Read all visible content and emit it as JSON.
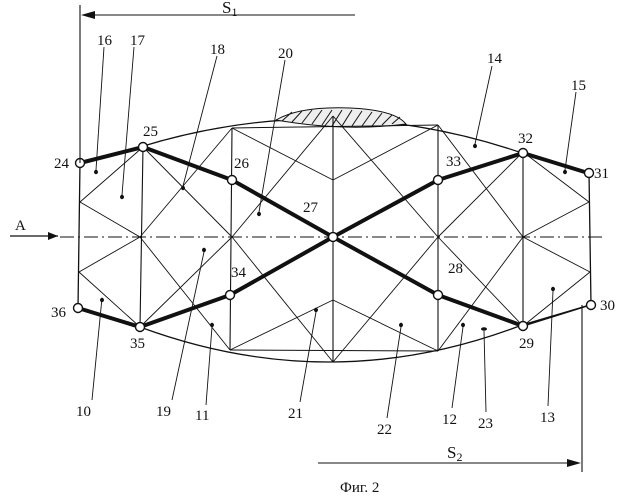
{
  "figure": {
    "caption": "Фиг. 2",
    "arrow_label": "A",
    "dimension_top": "S",
    "dimension_top_sub": "1",
    "dimension_bottom": "S",
    "dimension_bottom_sub": "2"
  },
  "labels": {
    "n10": "10",
    "n11": "11",
    "n12": "12",
    "n13": "13",
    "n14": "14",
    "n15": "15",
    "n16": "16",
    "n17": "17",
    "n18": "18",
    "n19": "19",
    "n20": "20",
    "n21": "21",
    "n22": "22",
    "n23": "23",
    "n24": "24",
    "n25": "25",
    "n26": "26",
    "n27": "27",
    "n28": "28",
    "n29": "29",
    "n30": "30",
    "n31": "31",
    "n32": "32",
    "n33": "33",
    "n34": "34",
    "n35": "35",
    "n36": "36"
  }
}
